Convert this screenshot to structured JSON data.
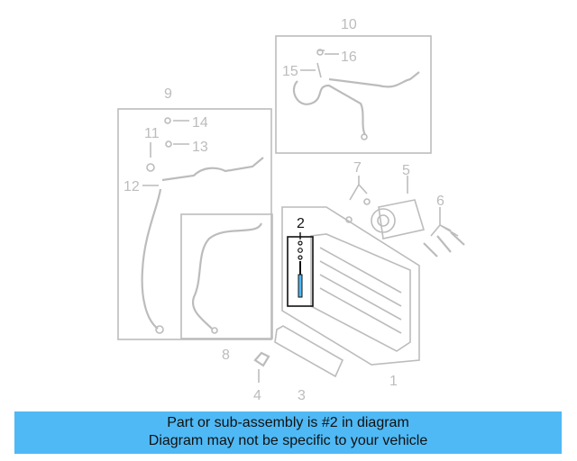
{
  "diagram": {
    "callouts": {
      "c1": "1",
      "c2": "2",
      "c3": "3",
      "c4": "4",
      "c5": "5",
      "c6": "6",
      "c7": "7",
      "c8": "8",
      "c9": "9",
      "c10": "10",
      "c11": "11",
      "c12": "12",
      "c13": "13",
      "c14": "14",
      "c15": "15",
      "c16": "16"
    },
    "highlighted_part": "2",
    "colors": {
      "line": "#bcbcbc",
      "highlight": "#111111",
      "banner": "#4fb9f5"
    }
  },
  "banner": {
    "line1": "Part or sub-assembly is #2 in diagram",
    "line2": "Diagram may not be specific to your vehicle"
  }
}
